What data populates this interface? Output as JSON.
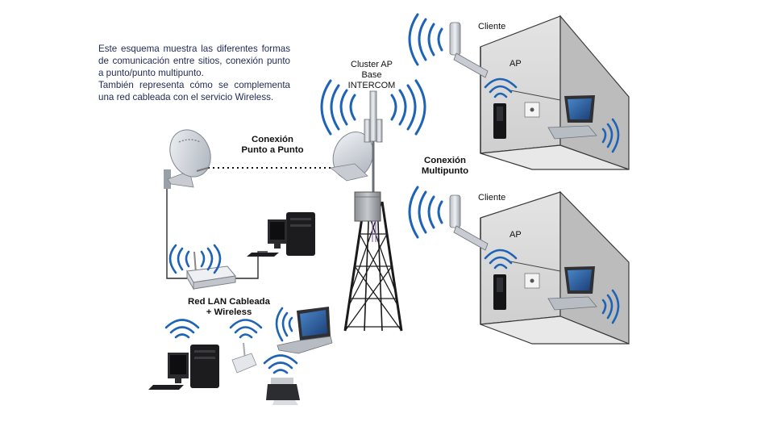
{
  "intro": {
    "line1": "Este esquema muestra las diferentes formas de comunicación entre sitios, conexión punto a punto/punto multipunto.",
    "line2": "También representa cómo se complementa una red cableada con el servicio Wireless."
  },
  "labels": {
    "cluster_ap_1": "Cluster AP",
    "cluster_ap_2": "Base INTERCOM",
    "ptp_1": "Conexión",
    "ptp_2": "Punto a Punto",
    "multi_1": "Conexión",
    "multi_2": "Multipunto",
    "lan_1": "Red LAN Cableada",
    "lan_2": "+ Wireless",
    "client_top": "Cliente",
    "client_bottom": "Cliente",
    "ap_top": "AP",
    "ap_bottom": "AP"
  },
  "colors": {
    "wave": "#1e63b5",
    "text": "#1f2a55",
    "room_wall": "#d4d4d4",
    "room_edge": "#3a3a3a"
  }
}
